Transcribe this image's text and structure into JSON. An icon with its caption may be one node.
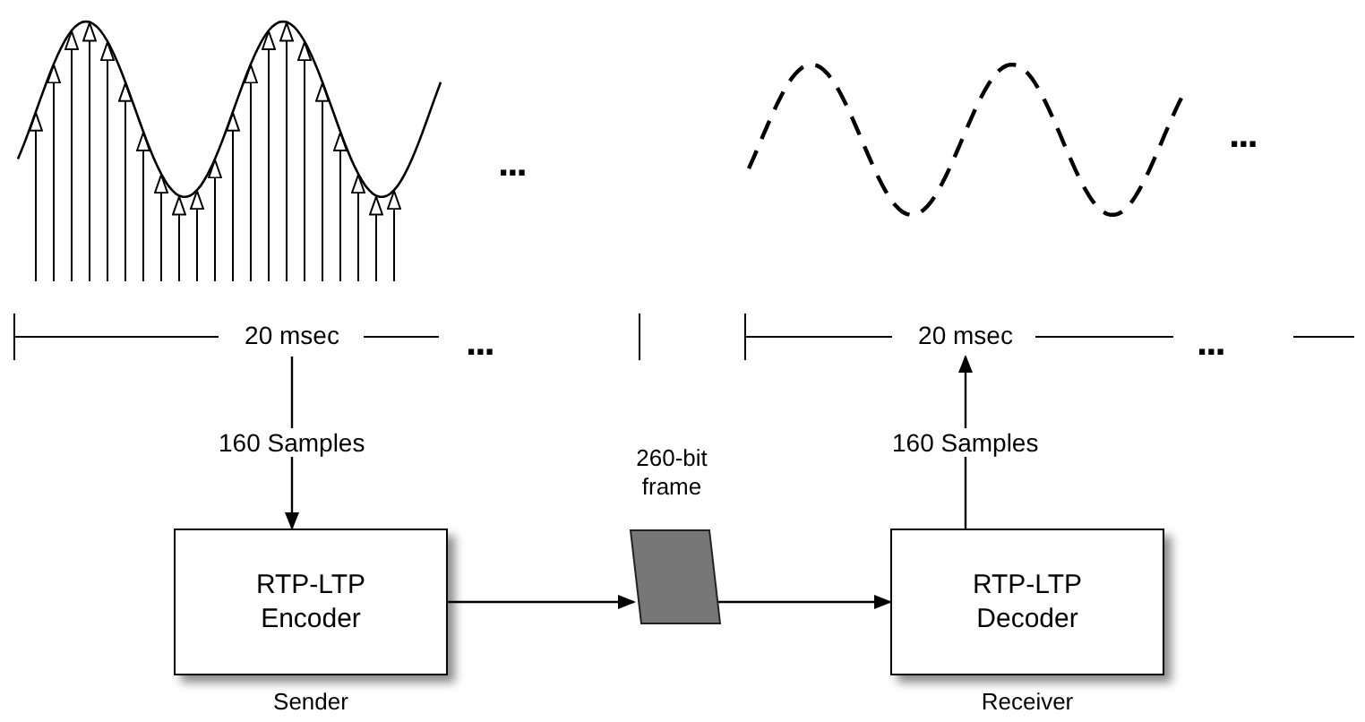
{
  "diagram": {
    "nodes": [
      {
        "text": [
          "20 msec"
        ]
      },
      {
        "text": [
          "RTP-LTP Encoder"
        ],
        "beside": [
          "Sender"
        ]
      },
      {
        "text": [
          "260-bit frame"
        ]
      },
      {
        "text": [
          "RTP-LTP Decoder"
        ],
        "beside": [
          "Receiver"
        ]
      },
      {
        "text": [
          "20 msec"
        ]
      }
    ],
    "edges": [
      {
        "from": 0,
        "to": 1,
        "arrow": "to",
        "label": "160 Samples"
      },
      {
        "from": 1,
        "to": 2,
        "arrow": "to"
      },
      {
        "from": 2,
        "to": 3,
        "arrow": "to"
      },
      {
        "from": 3,
        "to": 4,
        "arrow": "to",
        "label": "160 Samples"
      }
    ],
    "labels": [
      "...",
      "...",
      "...",
      "..."
    ]
  }
}
